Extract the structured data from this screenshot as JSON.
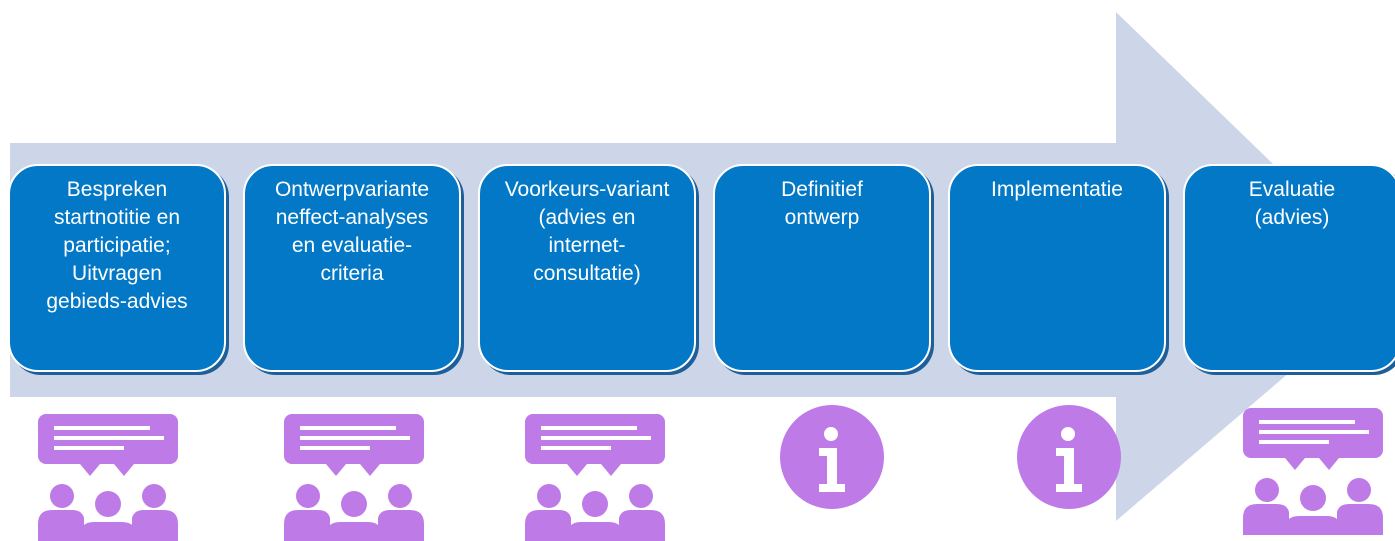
{
  "colors": {
    "arrow": "#cdd6e8",
    "step_fill": "#0378c6",
    "step_text": "#ffffff",
    "icon_purple": "#be7ae6",
    "icon_lines": "#ffffff"
  },
  "steps": [
    {
      "label": "Bespreken\nstartnotitie en\nparticipatie;\nUitvragen\ngebieds-advies",
      "icon": "participation-icon"
    },
    {
      "label": "Ontwerpvariante\nneffect-analyses\nen evaluatie-\ncriteria",
      "icon": "participation-icon"
    },
    {
      "label": "Voorkeurs-variant\n(advies en\ninternet-\nconsultatie)",
      "icon": "participation-icon"
    },
    {
      "label": "Definitief\nontwerp",
      "icon": "info-icon"
    },
    {
      "label": "Implementatie",
      "icon": "info-icon"
    },
    {
      "label": "Evaluatie\n(advies)",
      "icon": "participation-icon"
    }
  ]
}
